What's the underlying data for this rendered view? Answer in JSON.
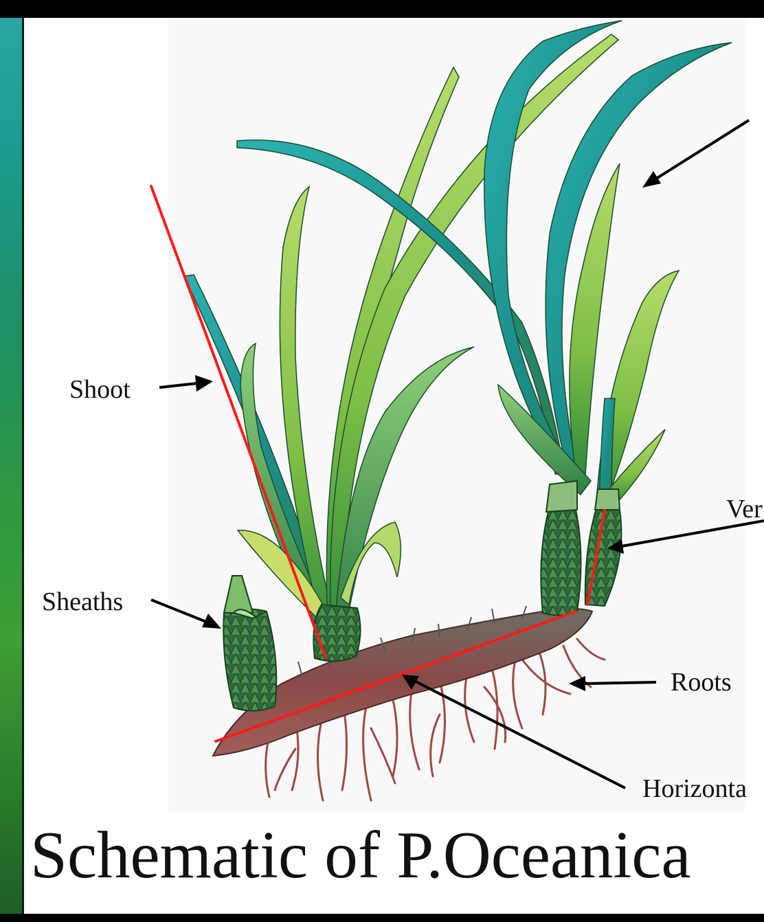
{
  "labels": {
    "shoot": "Shoot",
    "sheaths": "Sheaths",
    "roots": "Roots",
    "vertical": "Ver",
    "horizontal": "Horizonta"
  },
  "caption": "Schematic of P.Oceanica",
  "colors": {
    "background": "#ffffff",
    "frame": "#000000",
    "measure_line": "#ff1a1a",
    "arrow": "#000000",
    "leaf_dark": "#1f8a8a",
    "leaf_light": "#8cc63e",
    "rhizome": "#8a4a48",
    "sheath": "#2f6b3a"
  }
}
